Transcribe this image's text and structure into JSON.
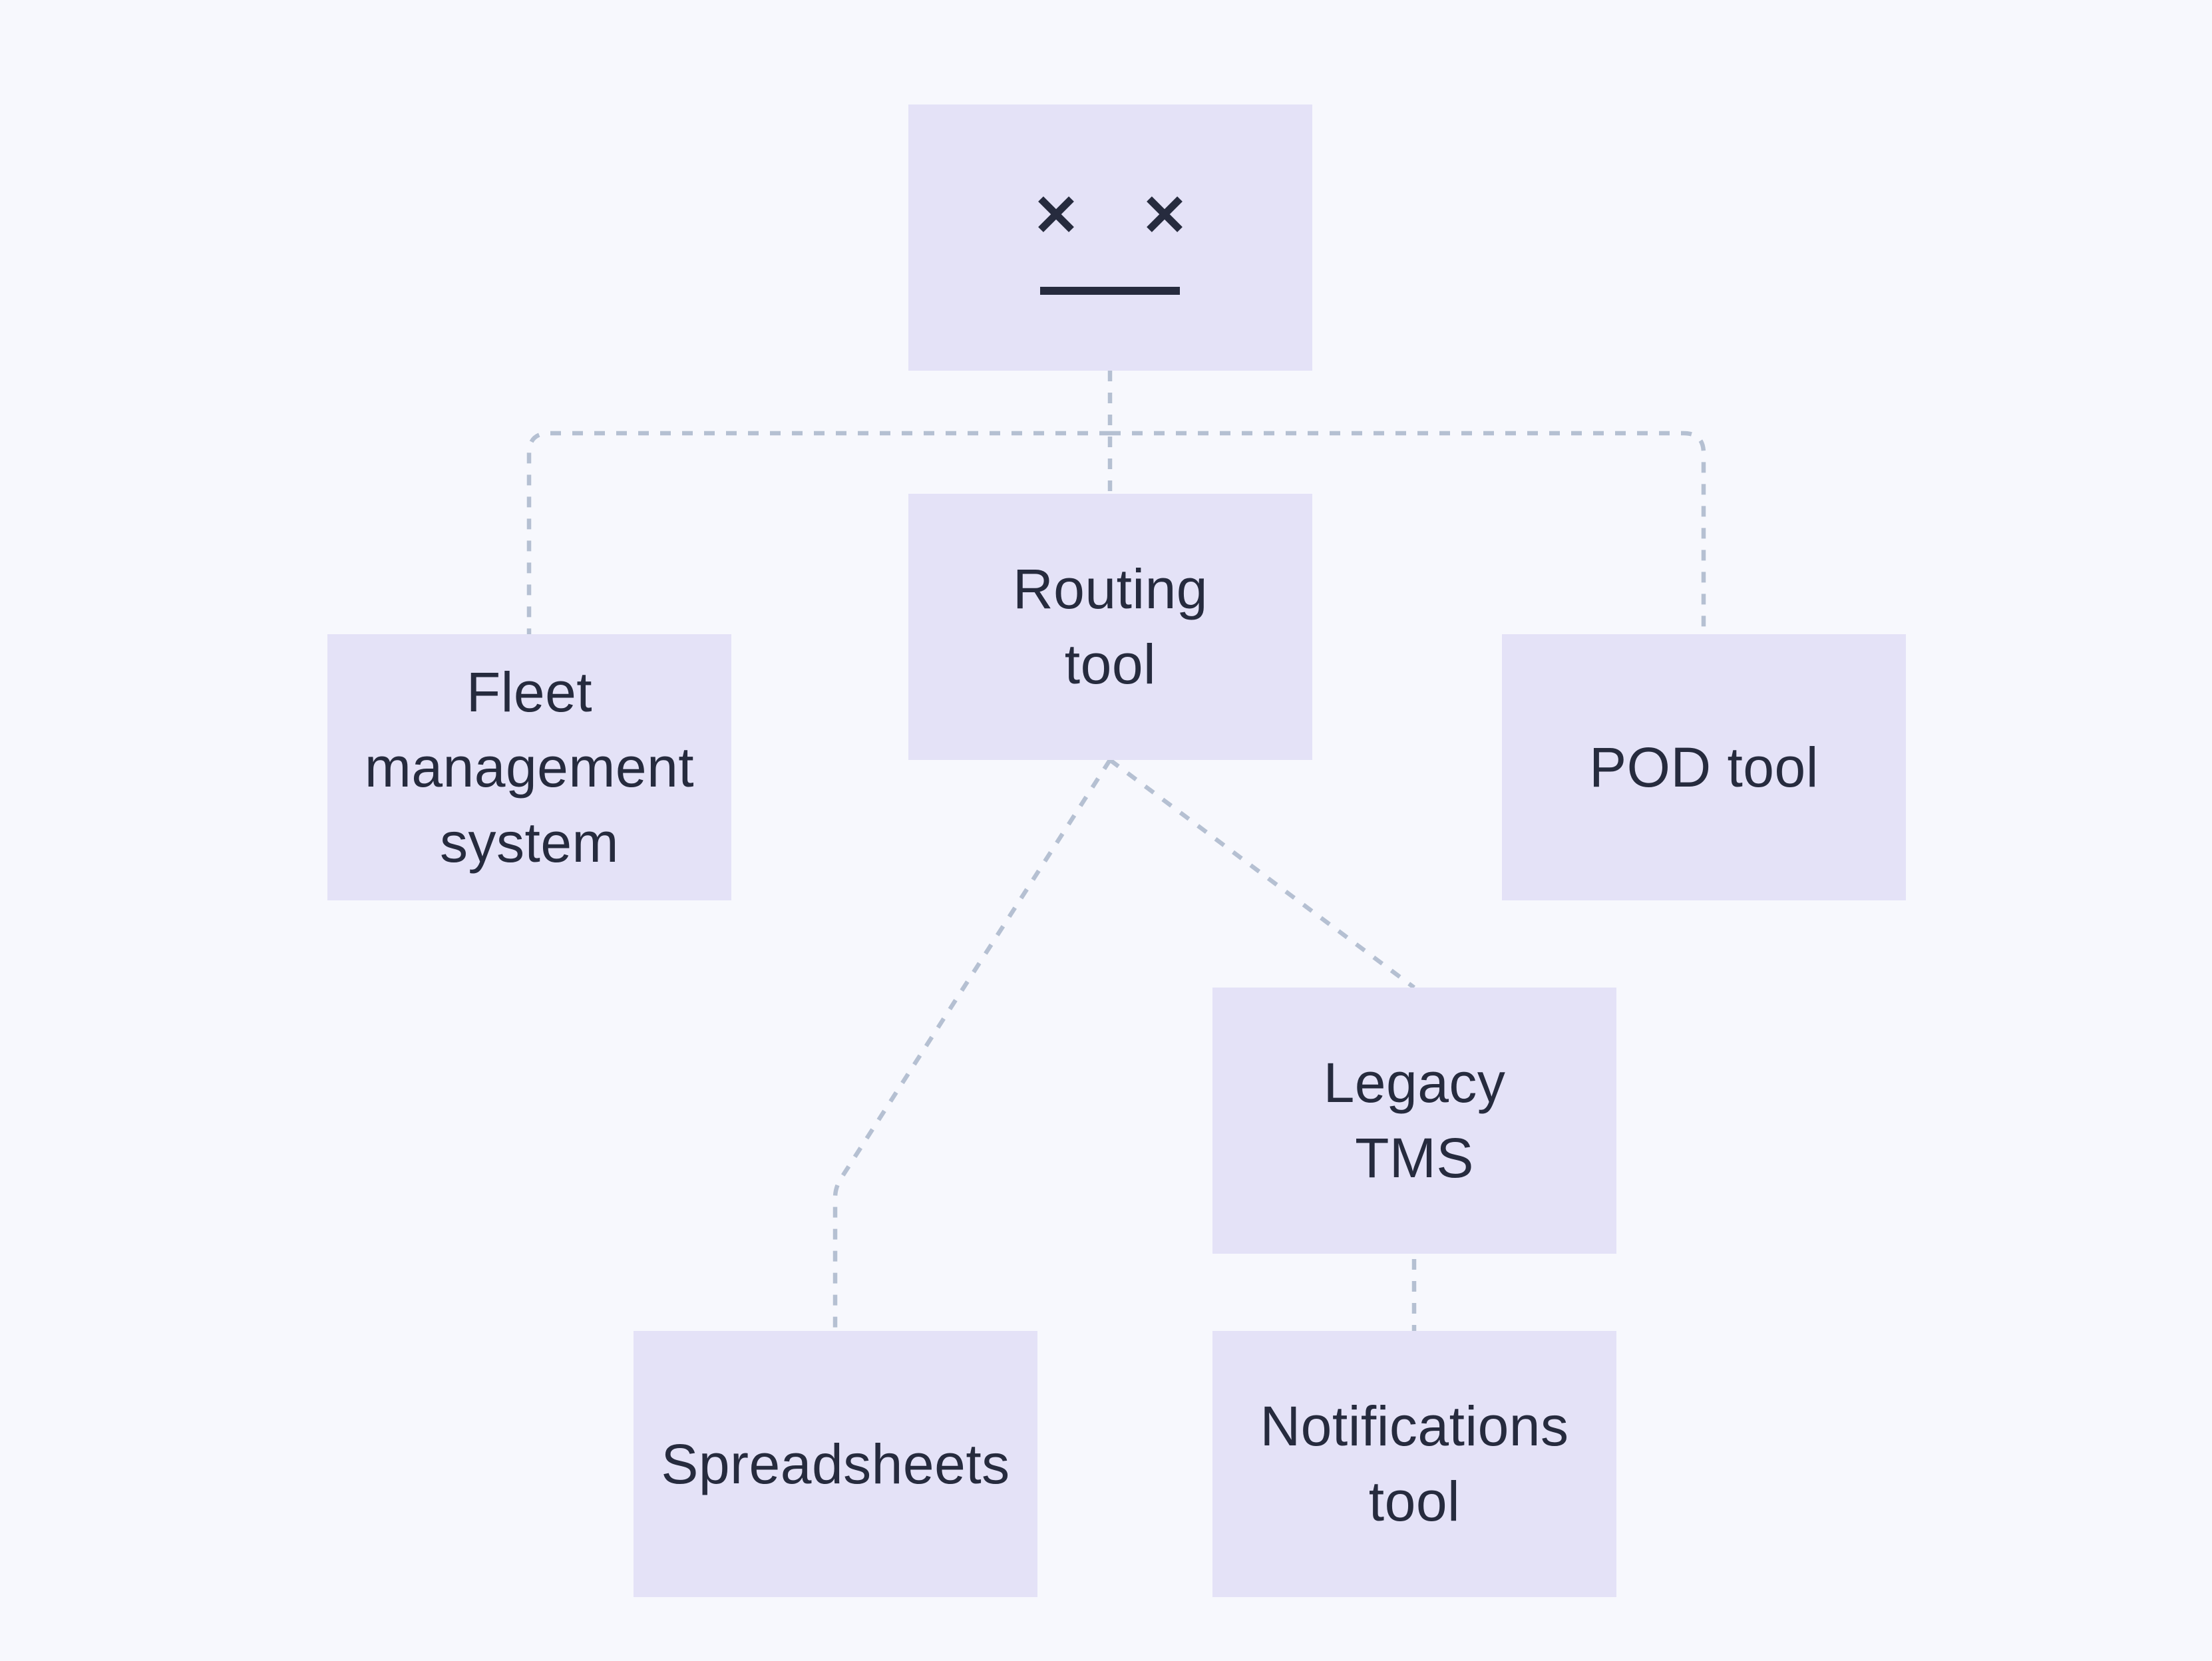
{
  "colors": {
    "background": "#f7f8fd",
    "node_fill": "#e4e2f7",
    "ink": "#262b3e",
    "connector": "#b5c0d2"
  },
  "nodes": {
    "dead_system": {
      "icon": "dead-face-icon"
    },
    "fleet_management": {
      "label": "Fleet management system",
      "lines": [
        "Fleet",
        "management",
        "system"
      ]
    },
    "routing_tool": {
      "label": "Routing tool",
      "lines": [
        "Routing",
        "tool"
      ]
    },
    "pod_tool": {
      "label": "POD tool",
      "lines": [
        "POD tool"
      ]
    },
    "legacy_tms": {
      "label": "Legacy TMS",
      "lines": [
        "Legacy",
        "TMS"
      ]
    },
    "spreadsheets": {
      "label": "Spreadsheets",
      "lines": [
        "Spreadsheets"
      ]
    },
    "notifications_tool": {
      "label": "Notifications tool",
      "lines": [
        "Notifications",
        "tool"
      ]
    }
  },
  "edges": [
    {
      "from": "dead_system",
      "to": "fleet_management",
      "style": "dashed"
    },
    {
      "from": "dead_system",
      "to": "routing_tool",
      "style": "dashed"
    },
    {
      "from": "dead_system",
      "to": "pod_tool",
      "style": "dashed"
    },
    {
      "from": "routing_tool",
      "to": "spreadsheets",
      "style": "dashed"
    },
    {
      "from": "routing_tool",
      "to": "legacy_tms",
      "style": "dashed"
    },
    {
      "from": "legacy_tms",
      "to": "notifications_tool",
      "style": "dashed"
    }
  ]
}
